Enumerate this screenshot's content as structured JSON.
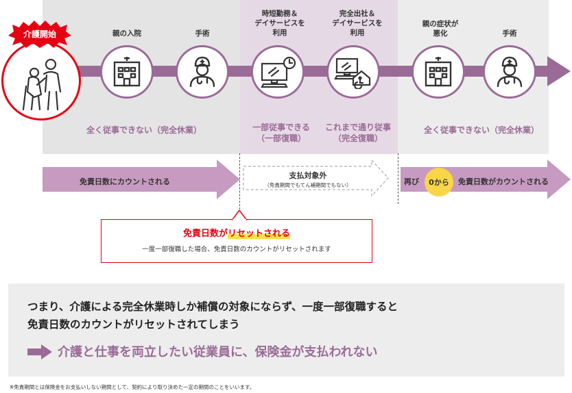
{
  "start_badge": "介護開始",
  "stages": [
    {
      "label": "親の入院",
      "icon": "hospital-icon"
    },
    {
      "label": "手術",
      "icon": "doctor-icon"
    },
    {
      "label": "時短勤務＆\nデイサービスを\n利用",
      "icon": "computer-clock-icon"
    },
    {
      "label": "完全出社＆\nデイサービスを\n利用",
      "icon": "computer-daycare-icon"
    },
    {
      "label": "親の症状が\n悪化",
      "icon": "hospital-icon"
    },
    {
      "label": "手術",
      "icon": "doctor-icon"
    }
  ],
  "status": {
    "left": "全く従事できない（完全休業）",
    "mid1": "一部従事できる\n（一部復職）",
    "mid2": "これまで通り従事\n（完全復職）",
    "right": "全く従事できない（完全休業）"
  },
  "arrows": {
    "left": "免責日数にカウントされる",
    "mid_title": "支払対象外",
    "mid_sub": "（免責期間でもてん補期間でもない）",
    "right_prefix": "再び",
    "right_badge": "0から",
    "right_suffix": "免責日数がカウントされる"
  },
  "callout": {
    "title_prefix": "免責日数が",
    "title_highlight": "リセットされる",
    "text": "一度一部復職した場合、免責日数のカウントがリセットされます"
  },
  "summary": {
    "line1": "つまり、介護による完全休業時しか補償の対象にならず、一度一部復職すると",
    "line2": "免責日数のカウントがリセットされてしまう",
    "conclusion": "介護と仕事を両立したい従業員に、保険金が支払われない"
  },
  "footnote": "※免責期間とは保険金をお支払いしない期間として、契約により取り決めた一定の期間のことをいいます。",
  "colors": {
    "accent": "#9a6b96",
    "light_purple": "#e6d9e6",
    "gray_panel": "#e4e4e4",
    "red": "#e60012",
    "yellow": "#f8d648"
  }
}
